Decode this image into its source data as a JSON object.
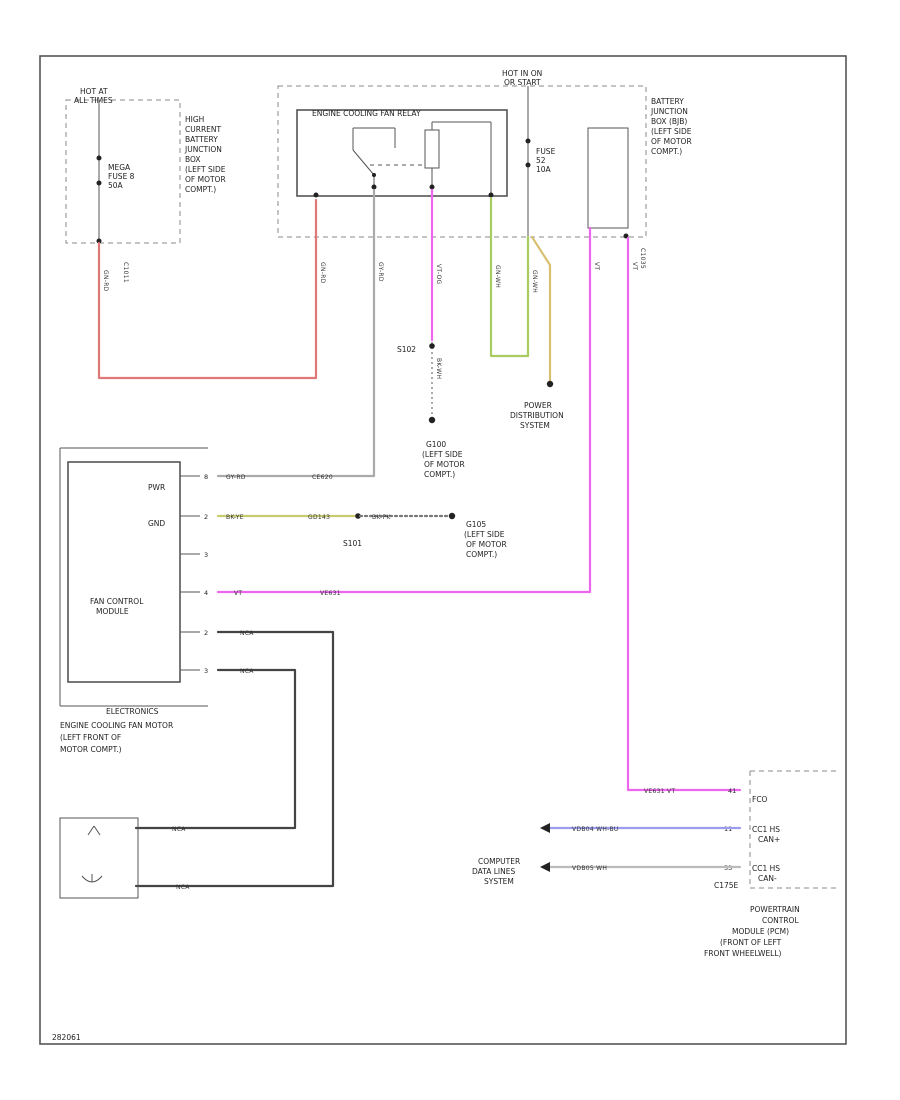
{
  "labels": {
    "hot_at_all_times": [
      "HOT AT",
      "ALL TIMES"
    ],
    "mega_fuse": [
      "MEGA",
      "FUSE 8",
      "50A"
    ],
    "high_current_bjb": [
      "HIGH",
      "CURRENT",
      "BATTERY",
      "JUNCTION",
      "BOX",
      "(LEFT SIDE",
      "OF MOTOR",
      "COMPT.)"
    ],
    "c1011": "C1011",
    "hot_in_on": [
      "HOT IN ON",
      "OR START"
    ],
    "relay": "ENGINE COOLING FAN RELAY",
    "fuse_f": [
      "FUSE",
      "52",
      "10A"
    ],
    "bjb": [
      "BATTERY",
      "JUNCTION",
      "BOX (BJB)",
      "(LEFT SIDE",
      "OF MOTOR",
      "COMPT.)"
    ],
    "c1035": "C1035",
    "s102": "S102",
    "g100": [
      "G100",
      "(LEFT SIDE",
      "OF MOTOR",
      "COMPT.)"
    ],
    "power_dist": [
      "POWER",
      "DISTRIBUTION",
      "SYSTEM"
    ],
    "fan_pins": [
      "PWR",
      "GND"
    ],
    "fan_module": [
      "FAN CONTROL",
      "MODULE"
    ],
    "s101": "S101",
    "g105": [
      "G105",
      "(LEFT SIDE",
      "OF MOTOR",
      "COMPT.)"
    ],
    "electronics": "ELECTRONICS",
    "fan_motor": [
      "ENGINE COOLING FAN MOTOR",
      "(LEFT FRONT OF",
      "MOTOR COMPT.)"
    ],
    "pcm_pins": [
      "FCO",
      "CC1 HS",
      "CAN+",
      "CC1 HS",
      "CAN-"
    ],
    "c175e": "C175E",
    "computer_data": [
      "COMPUTER",
      "DATA LINES",
      "SYSTEM"
    ],
    "pcm": [
      "POWERTRAIN",
      "CONTROL",
      "MODULE (PCM)",
      "(FRONT OF LEFT",
      "FRONT WHEELWELL)"
    ],
    "figure_id": "282061"
  },
  "wires": {
    "bjb_feed": "GN-RD",
    "relay_in": "GN-RD",
    "relay_out": "GY-RD",
    "relay_gnd": "VT-OG",
    "ground_drop": "BK-WH",
    "ignition": "GN-WH",
    "pwr_lead": "GY-RD",
    "pwr_circuit": "CE620",
    "gnd_lead": "BK-YE",
    "gnd_circuit": "GD143",
    "gnd_splice_out": "BK-PK",
    "control": "VT",
    "control_circuit": "VE631",
    "motor_a": "NCA",
    "motor_b": "NCA",
    "pcm_fco": "VE631  VT",
    "can_plus": "VDB04  WH-BU",
    "can_minus": "VDB05  WH"
  },
  "pins": {
    "fan_module": [
      "8",
      "2",
      "3",
      "4",
      "2",
      "3"
    ],
    "pcm": [
      "41",
      "11",
      "53"
    ]
  },
  "colors": {
    "red": "#e07878",
    "pink": "#ee66ee",
    "green": "#a8cc60",
    "yellow": "#d8c070",
    "gray": "#aaaaaa",
    "dark": "#444444",
    "blue": "#9c9cf0",
    "frame": "#555555"
  }
}
